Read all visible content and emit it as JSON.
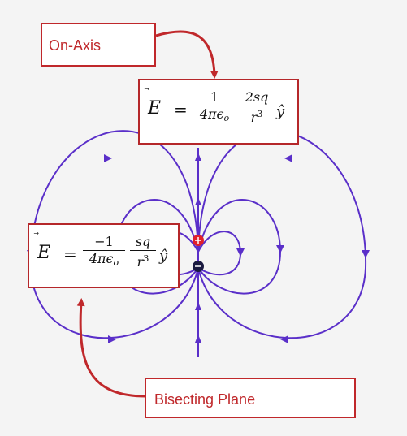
{
  "labels": {
    "on_axis": "On-Axis",
    "bisecting": "Bisecting Plane"
  },
  "equations": {
    "on_axis": {
      "lhs": "E",
      "equals": "=",
      "coef_num": "1",
      "coef_den": "4πϵ",
      "coef_den_sub": "o",
      "num": "2sq",
      "den": "r",
      "den_exp": "3",
      "unit": "ŷ"
    },
    "bisect": {
      "lhs": "E",
      "equals": "=",
      "coef_num": "−1",
      "coef_den": "4πϵ",
      "coef_den_sub": "o",
      "num": "sq",
      "den": "r",
      "den_exp": "3",
      "unit": "ŷ"
    }
  },
  "colors": {
    "field_line": "#5a2fc9",
    "positive_charge": "#e0202a",
    "negative_charge": "#1a1a40",
    "arrow_red": "#c0282b",
    "box_border": "#c0282b"
  }
}
